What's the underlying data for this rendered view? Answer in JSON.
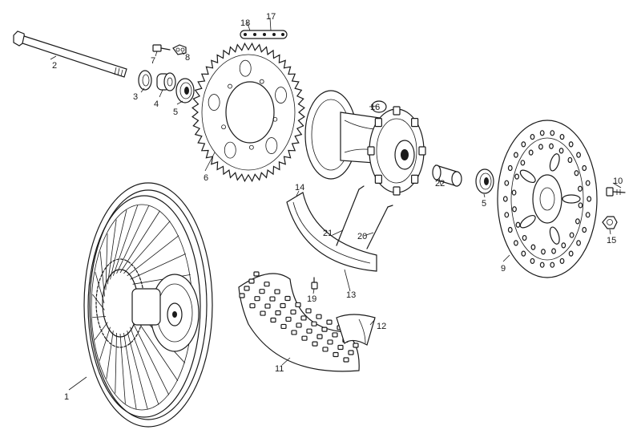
{
  "callouts": [
    {
      "id": "c1",
      "text": "1"
    },
    {
      "id": "c2",
      "text": "2"
    },
    {
      "id": "c3",
      "text": "3"
    },
    {
      "id": "c4",
      "text": "4"
    },
    {
      "id": "c5a",
      "text": "5"
    },
    {
      "id": "c5b",
      "text": "5"
    },
    {
      "id": "c6",
      "text": "6"
    },
    {
      "id": "c7",
      "text": "7"
    },
    {
      "id": "c8",
      "text": "8"
    },
    {
      "id": "c9",
      "text": "9"
    },
    {
      "id": "c10",
      "text": "10"
    },
    {
      "id": "c11",
      "text": "11"
    },
    {
      "id": "c12",
      "text": "12"
    },
    {
      "id": "c13",
      "text": "13"
    },
    {
      "id": "c14",
      "text": "14"
    },
    {
      "id": "c15",
      "text": "15"
    },
    {
      "id": "c16",
      "text": "16"
    },
    {
      "id": "c17",
      "text": "17"
    },
    {
      "id": "c18",
      "text": "18"
    },
    {
      "id": "c19",
      "text": "19"
    },
    {
      "id": "c20",
      "text": "20"
    },
    {
      "id": "c21",
      "text": "21"
    },
    {
      "id": "c22",
      "text": "22"
    }
  ]
}
